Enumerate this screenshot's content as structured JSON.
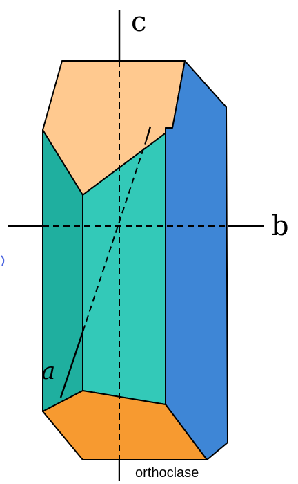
{
  "diagram": {
    "axis_labels": {
      "c": "c",
      "b": "b",
      "a": "a"
    },
    "caption": "orthoclase",
    "colors": {
      "top_face": "#FFC98F",
      "front_face": "#33C9B8",
      "left_face": "#1FAF9F",
      "right_face": "#3E86D6",
      "bottom_face": "#F79A30",
      "edge": "#000000",
      "stray_mark": "#4A63E0"
    }
  }
}
